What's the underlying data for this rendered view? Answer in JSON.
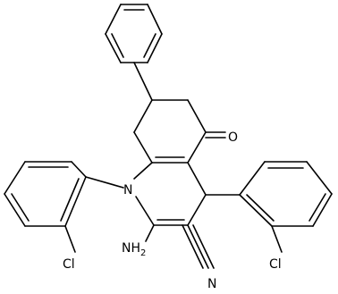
{
  "molecule": {
    "atom_labels": {
      "nitrogen_ring": "N",
      "ketone_oxygen": "O",
      "chlorine_left": "Cl",
      "chlorine_right": "Cl",
      "amino_group": "NH",
      "amino_subscript": "2",
      "nitrile_nitrogen": "N"
    }
  }
}
